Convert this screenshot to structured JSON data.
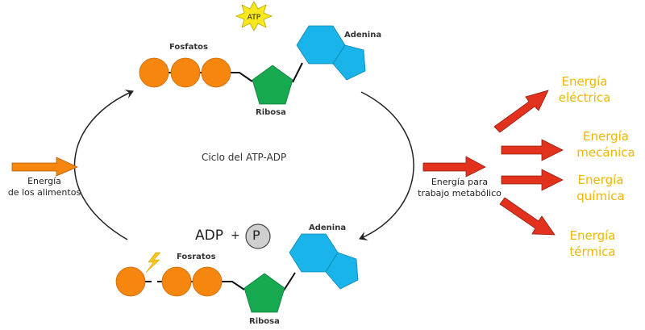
{
  "title": "Ciclo del ATP-ADP",
  "atp_badge": "ATP",
  "top_molecule": {
    "phosphates_label": "Fosfatos",
    "ribose_label": "Ribosa",
    "adenine_label": "Adenina",
    "phosphate_count": 3
  },
  "bottom_molecule": {
    "phosphates_label": "Fosratos",
    "ribose_label": "Ribosa",
    "adenine_label": "Adenina",
    "phosphate_count": 3,
    "broken_bond": true
  },
  "adp_formula": {
    "adp": "ADP",
    "plus": "+",
    "phosphate_symbol": "P"
  },
  "input_energy": {
    "line1": "Energía",
    "line2": "de los alimentos"
  },
  "output_energy": {
    "line1": "Energía para",
    "line2": "trabajo metabólico"
  },
  "energy_forms": [
    {
      "line1": "Energía",
      "line2": "eléctrica"
    },
    {
      "line1": "Energía",
      "line2": "mecánica"
    },
    {
      "line1": "Energía",
      "line2": "química"
    },
    {
      "line1": "Energía",
      "line2": "térmica"
    }
  ],
  "colors": {
    "phosphate": "#f7860f",
    "ribose": "#17a94f",
    "adenine": "#18b4ea",
    "input_arrow": "#f7860f",
    "output_arrow": "#e2321e",
    "energy_text": "#f2b600",
    "atp_star": "#f7e91e",
    "bolt": "#f5c518",
    "phosphate_circle": "#cfcfcf"
  }
}
